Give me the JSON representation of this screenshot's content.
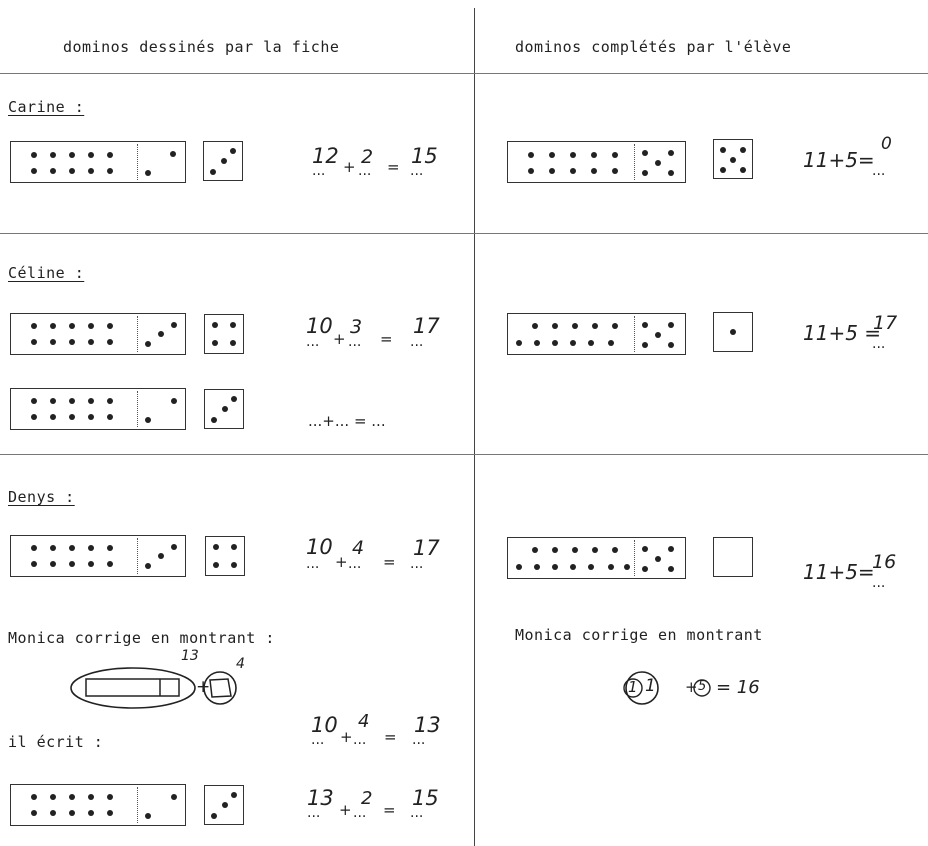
{
  "headers": {
    "left": "dominos dessinés par la fiche",
    "right": "dominos complétés par l'élève"
  },
  "sections": {
    "carine": {
      "name": "Carine :",
      "fiche_eq": {
        "a": "12",
        "b": "2",
        "c": "15",
        "plus": "+",
        "eq": "="
      },
      "eleve_eq": {
        "text": "11+5=",
        "c": "0"
      }
    },
    "celine": {
      "name": "Céline :",
      "fiche_eq1": {
        "a": "10",
        "b": "3",
        "c": "17",
        "plus": "+",
        "eq": "="
      },
      "fiche_eq2": {
        "text": "...+... = ..."
      },
      "eleve_eq": {
        "text": "11+5 =",
        "c": "17"
      }
    },
    "denys": {
      "name": "Denys :",
      "fiche_eq": {
        "a": "10",
        "b": "4",
        "c": "17",
        "plus": "+",
        "eq": "="
      },
      "eleve_eq": {
        "text": "11+5=",
        "c": "16"
      }
    }
  },
  "monica": {
    "left_text": "Monica corrige en montrant :",
    "right_text": "Monica corrige en montrant",
    "label_13": "13",
    "label_4": "4",
    "plus": "+",
    "il_ecrit": "il écrit :",
    "eq1": {
      "a": "10",
      "b": "4",
      "c": "13",
      "plus": "+",
      "eq": "="
    },
    "eq2": {
      "a": "13",
      "b": "2",
      "c": "15",
      "plus": "+",
      "eq": "="
    },
    "circled_eq": {
      "d1": "1",
      "d2": "1",
      "d3": "5",
      "rest": "= 16",
      "plus": "+"
    }
  },
  "dots_placeholder": "..."
}
